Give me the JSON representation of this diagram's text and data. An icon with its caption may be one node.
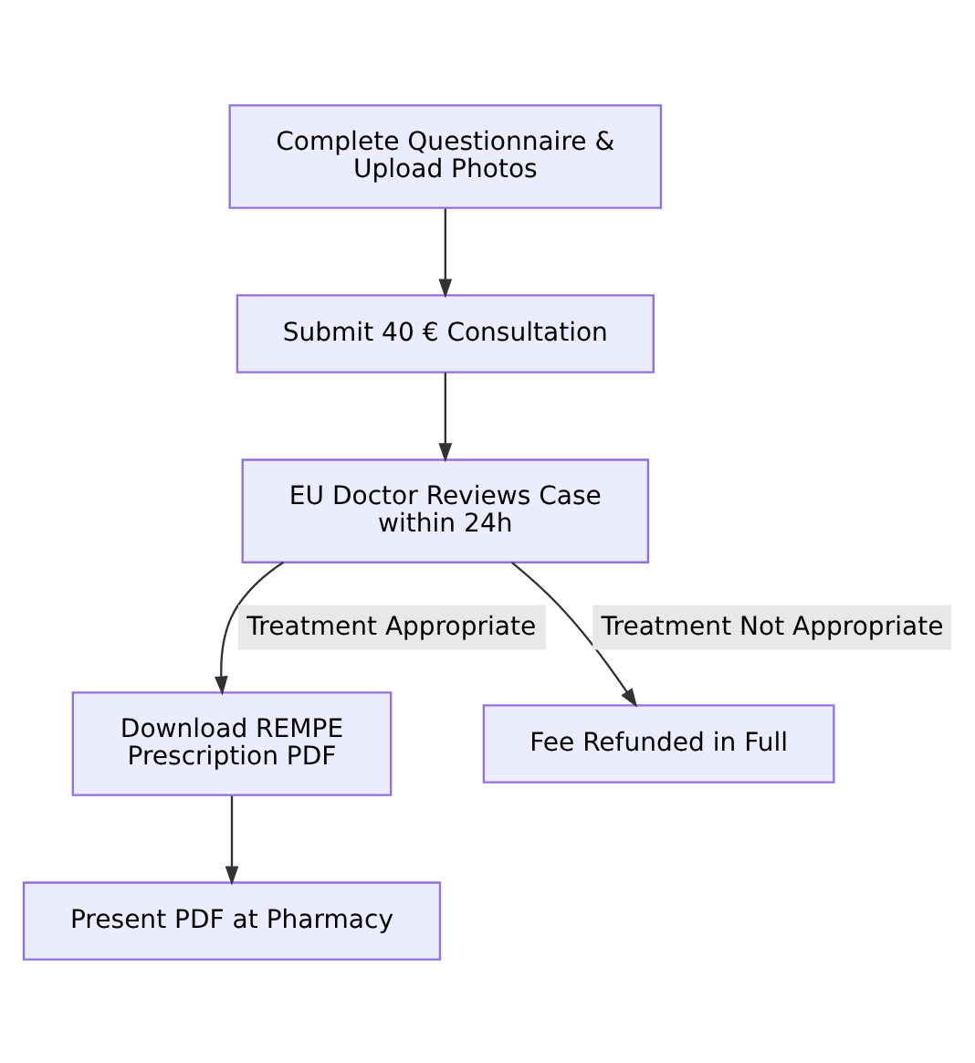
{
  "diagram": {
    "nodes": [
      {
        "text": [
          "Complete Questionnaire & Upload Photos"
        ]
      },
      {
        "text": [
          "Submit 40 € Consultation"
        ]
      },
      {
        "text": [
          "EU Doctor Reviews Case within 24h"
        ]
      },
      {
        "text": [
          "Download REMPE Prescription PDF"
        ]
      },
      {
        "text": [
          "Fee Refunded in Full"
        ]
      },
      {
        "text": [
          "Present PDF at Pharmacy"
        ]
      }
    ],
    "edges": [
      {
        "from": 0,
        "to": 1,
        "arrow": "to"
      },
      {
        "from": 1,
        "to": 2,
        "arrow": "to"
      },
      {
        "from": 2,
        "to": 3,
        "arrow": "to",
        "label": "Treatment Appropriate"
      },
      {
        "from": 2,
        "to": 4,
        "arrow": "to",
        "label": "Treatment Not Appropriate"
      },
      {
        "from": 3,
        "to": 5,
        "arrow": "to"
      }
    ]
  }
}
